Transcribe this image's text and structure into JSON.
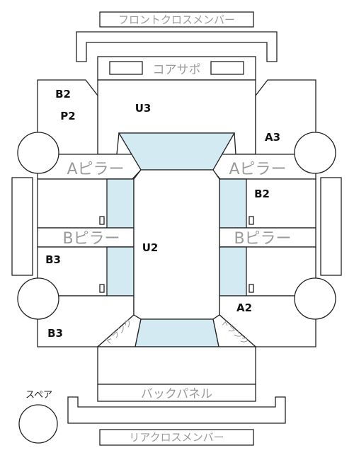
{
  "labels": {
    "front_cross_member": "フロントクロスメンバー",
    "core_support": "コアサポ",
    "rear_cross_member": "リアクロスメンバー",
    "back_panel": "バックパネル",
    "a_pillar_left": "Aピラー",
    "a_pillar_right": "Aピラー",
    "b_pillar_left": "Bピラー",
    "b_pillar_right": "Bピラー",
    "spare": "スペア",
    "trunk_left": "トランク",
    "trunk_right": "トランク"
  },
  "grades": {
    "front_left_top": "B2",
    "front_left_bottom": "P2",
    "hood": "U3",
    "front_right": "A3",
    "front_door_right": "B2",
    "roof": "U2",
    "rear_door_left": "B3",
    "rear_right": "A2",
    "rear_left": "B3"
  },
  "colors": {
    "glass": "#d3eaf2",
    "outline": "#222222",
    "gray_text": "#9a9a9a"
  }
}
